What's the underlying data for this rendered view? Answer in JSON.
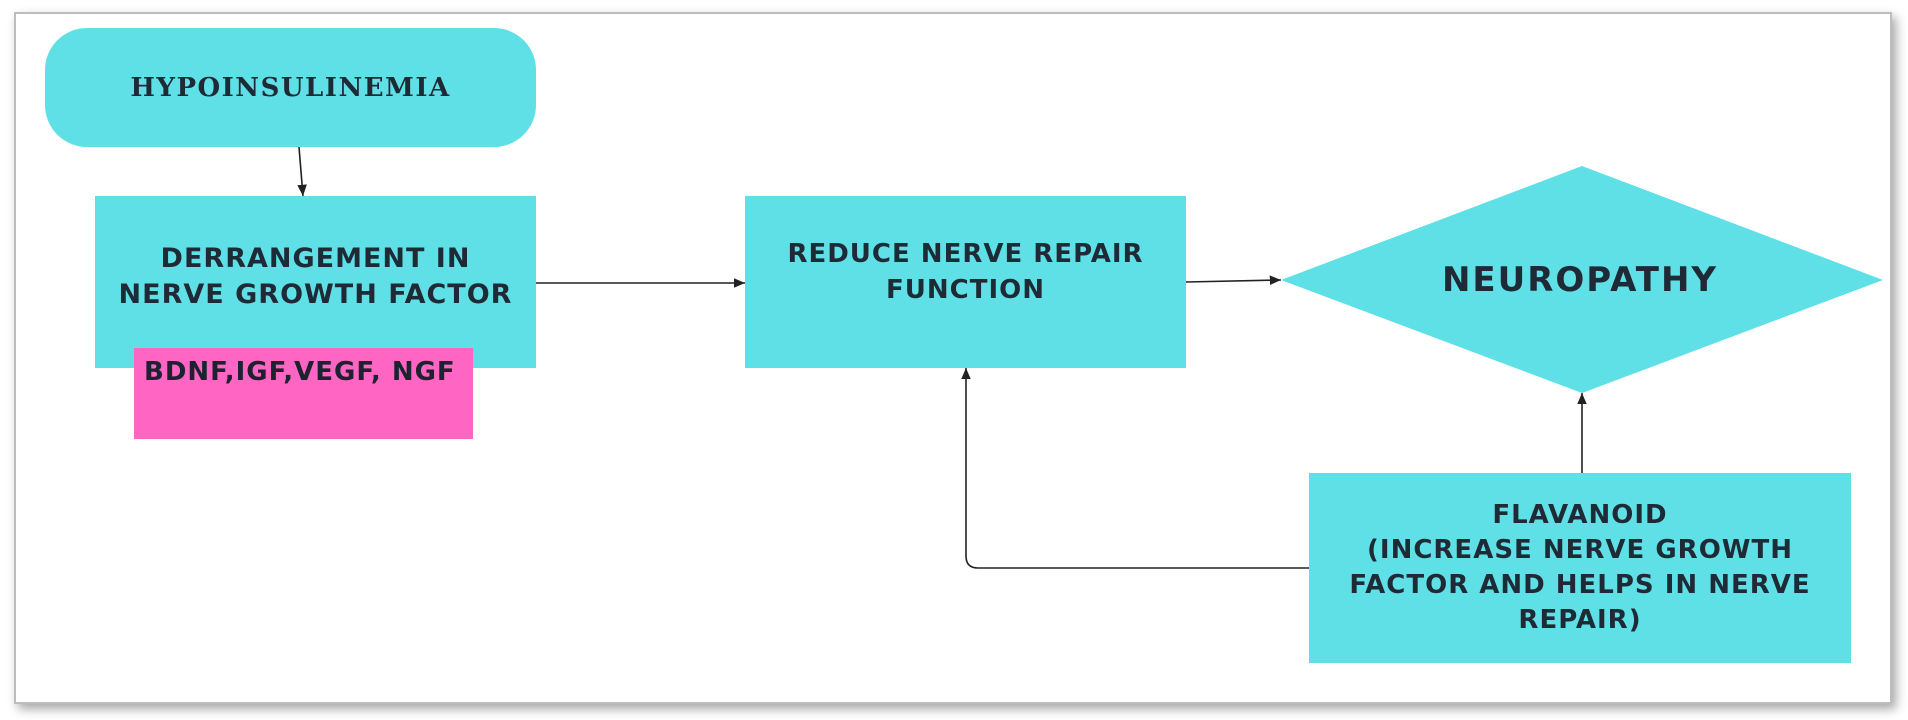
{
  "diagram": {
    "colors": {
      "node_fill": "#5fe0e6",
      "highlight_fill": "#ff66c4",
      "arrow": "#222222",
      "text": "#1e2a35"
    },
    "nodes": {
      "hypoinsulinemia": "HYPOINSULINEMIA",
      "derangement": "DERRANGEMENT IN NERVE GROWTH FACTOR",
      "factors": "BDNF,IGF,VEGF, NGF",
      "reduce_repair": "REDUCE NERVE REPAIR FUNCTION",
      "neuropathy": "NEUROPATHY",
      "flavanoid": "FLAVANOID\n(INCREASE NERVE GROWTH FACTOR AND HELPS IN NERVE  REPAIR)"
    }
  }
}
